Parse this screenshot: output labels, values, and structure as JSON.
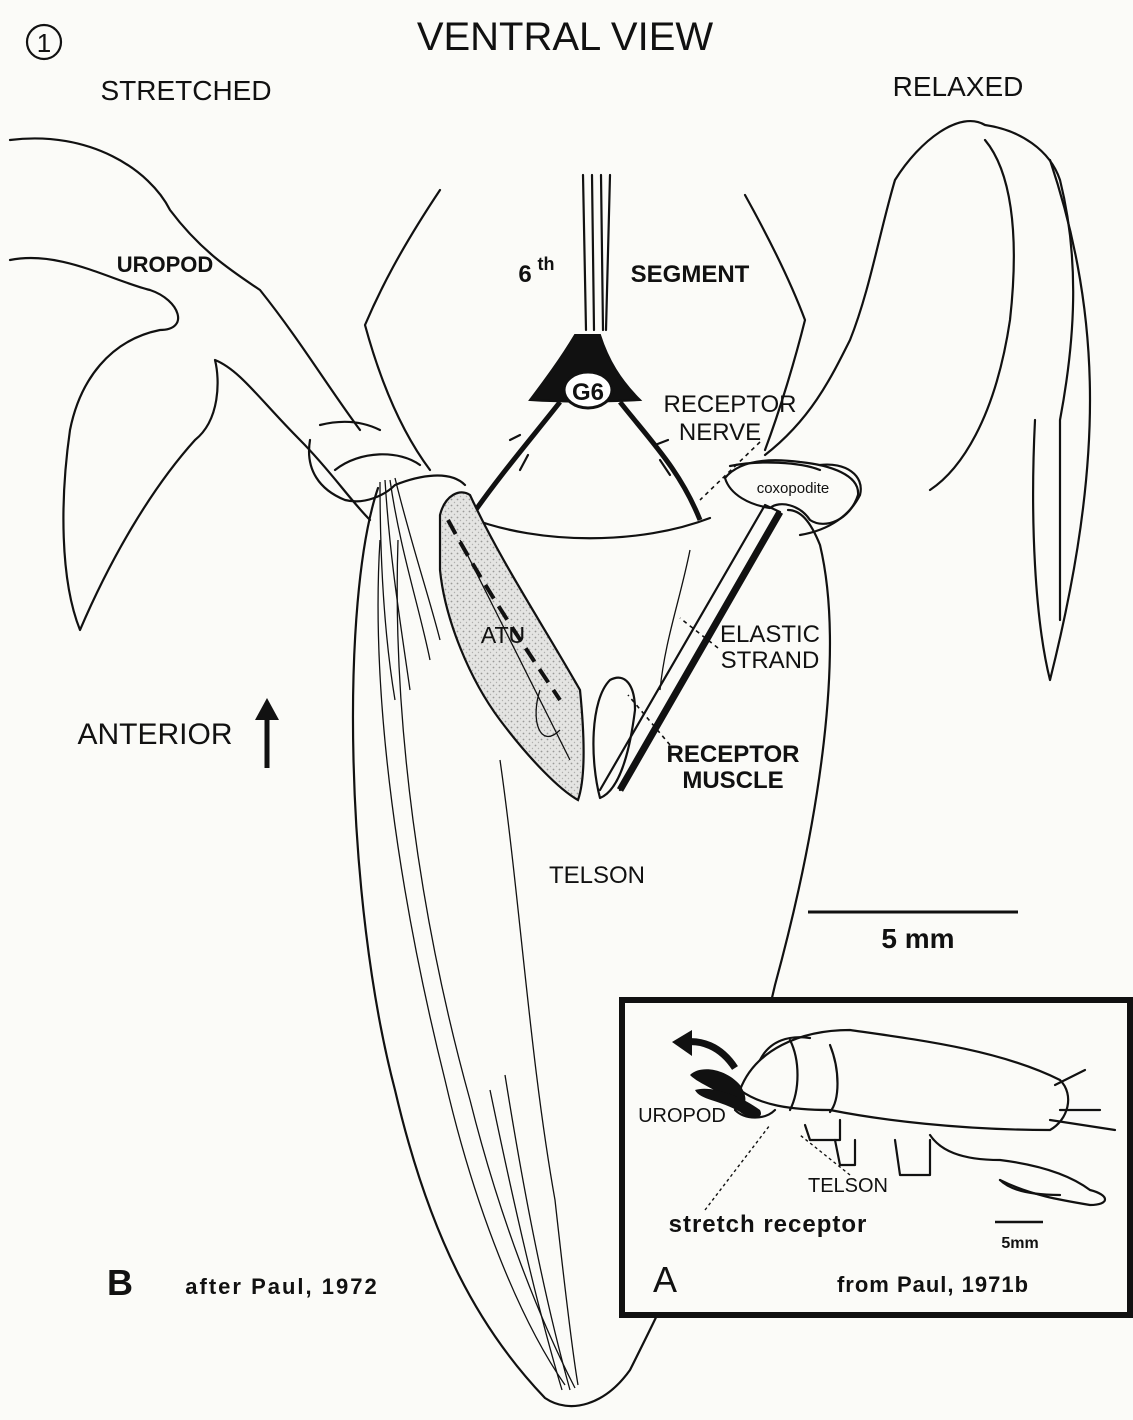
{
  "figure_number": "1",
  "title": "VENTRAL VIEW",
  "state_left": "STRETCHED",
  "state_right": "RELAXED",
  "labels": {
    "uropod": "UROPOD",
    "segment_ordinal": "6",
    "segment_superscript": "th",
    "segment": "SEGMENT",
    "ganglion": "G6",
    "receptor_nerve_1": "RECEPTOR",
    "receptor_nerve_2": "NERVE",
    "coxopodite": "coxopodite",
    "atu": "ATU",
    "elastic_strand_1": "ELASTIC",
    "elastic_strand_2": "STRAND",
    "receptor_muscle_1": "RECEPTOR",
    "receptor_muscle_2": "MUSCLE",
    "anterior": "ANTERIOR",
    "telson": "TELSON",
    "scale": "5 mm"
  },
  "panel_b": {
    "letter": "B",
    "citation": "after Paul, 1972"
  },
  "inset": {
    "letter": "A",
    "citation": "from Paul, 1971b",
    "uropod": "UROPOD",
    "telson": "TELSON",
    "stretch_receptor": "stretch receptor",
    "scale": "5mm"
  }
}
